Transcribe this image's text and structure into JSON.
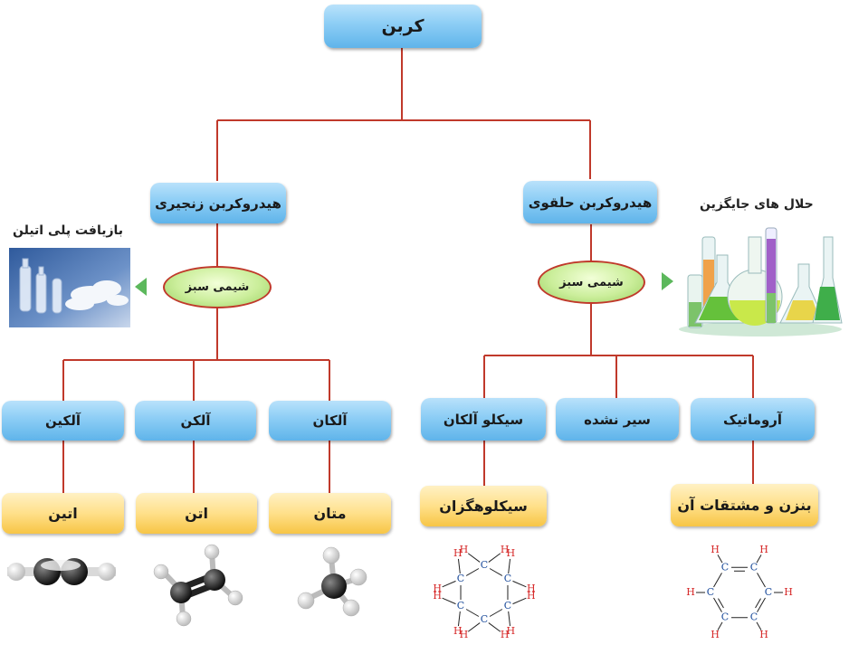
{
  "root": "کربن",
  "branches": {
    "chain": "هیدروکربن زنجیری",
    "ring": "هیدروکربن حلقوی"
  },
  "green_chemistry": {
    "left": "شیمی سبز",
    "right": "شیمی سبز"
  },
  "side_labels": {
    "recycling": "بازیافت پلی اتیلن",
    "solvents": "حلال های جایگزین"
  },
  "classes": {
    "alkyne": "آلکین",
    "alkene": "آلکن",
    "alkane": "آلکان",
    "cycloalkane": "سیکلو آلکان",
    "unsaturated": "سیر نشده",
    "aromatic": "آروماتیک"
  },
  "examples": {
    "ethyne": "اتین",
    "ethene": "اتن",
    "methane": "متان",
    "cyclohexane": "سیکلوهگزان",
    "benzene": "بنزن و مشتقات آن"
  },
  "atom_labels": {
    "h": "H",
    "c": "C"
  },
  "colors": {
    "connector": "#c0392b",
    "arrow": "#5cb85c",
    "hydrogen": "#d62828",
    "carbon": "#1f4e9c"
  }
}
